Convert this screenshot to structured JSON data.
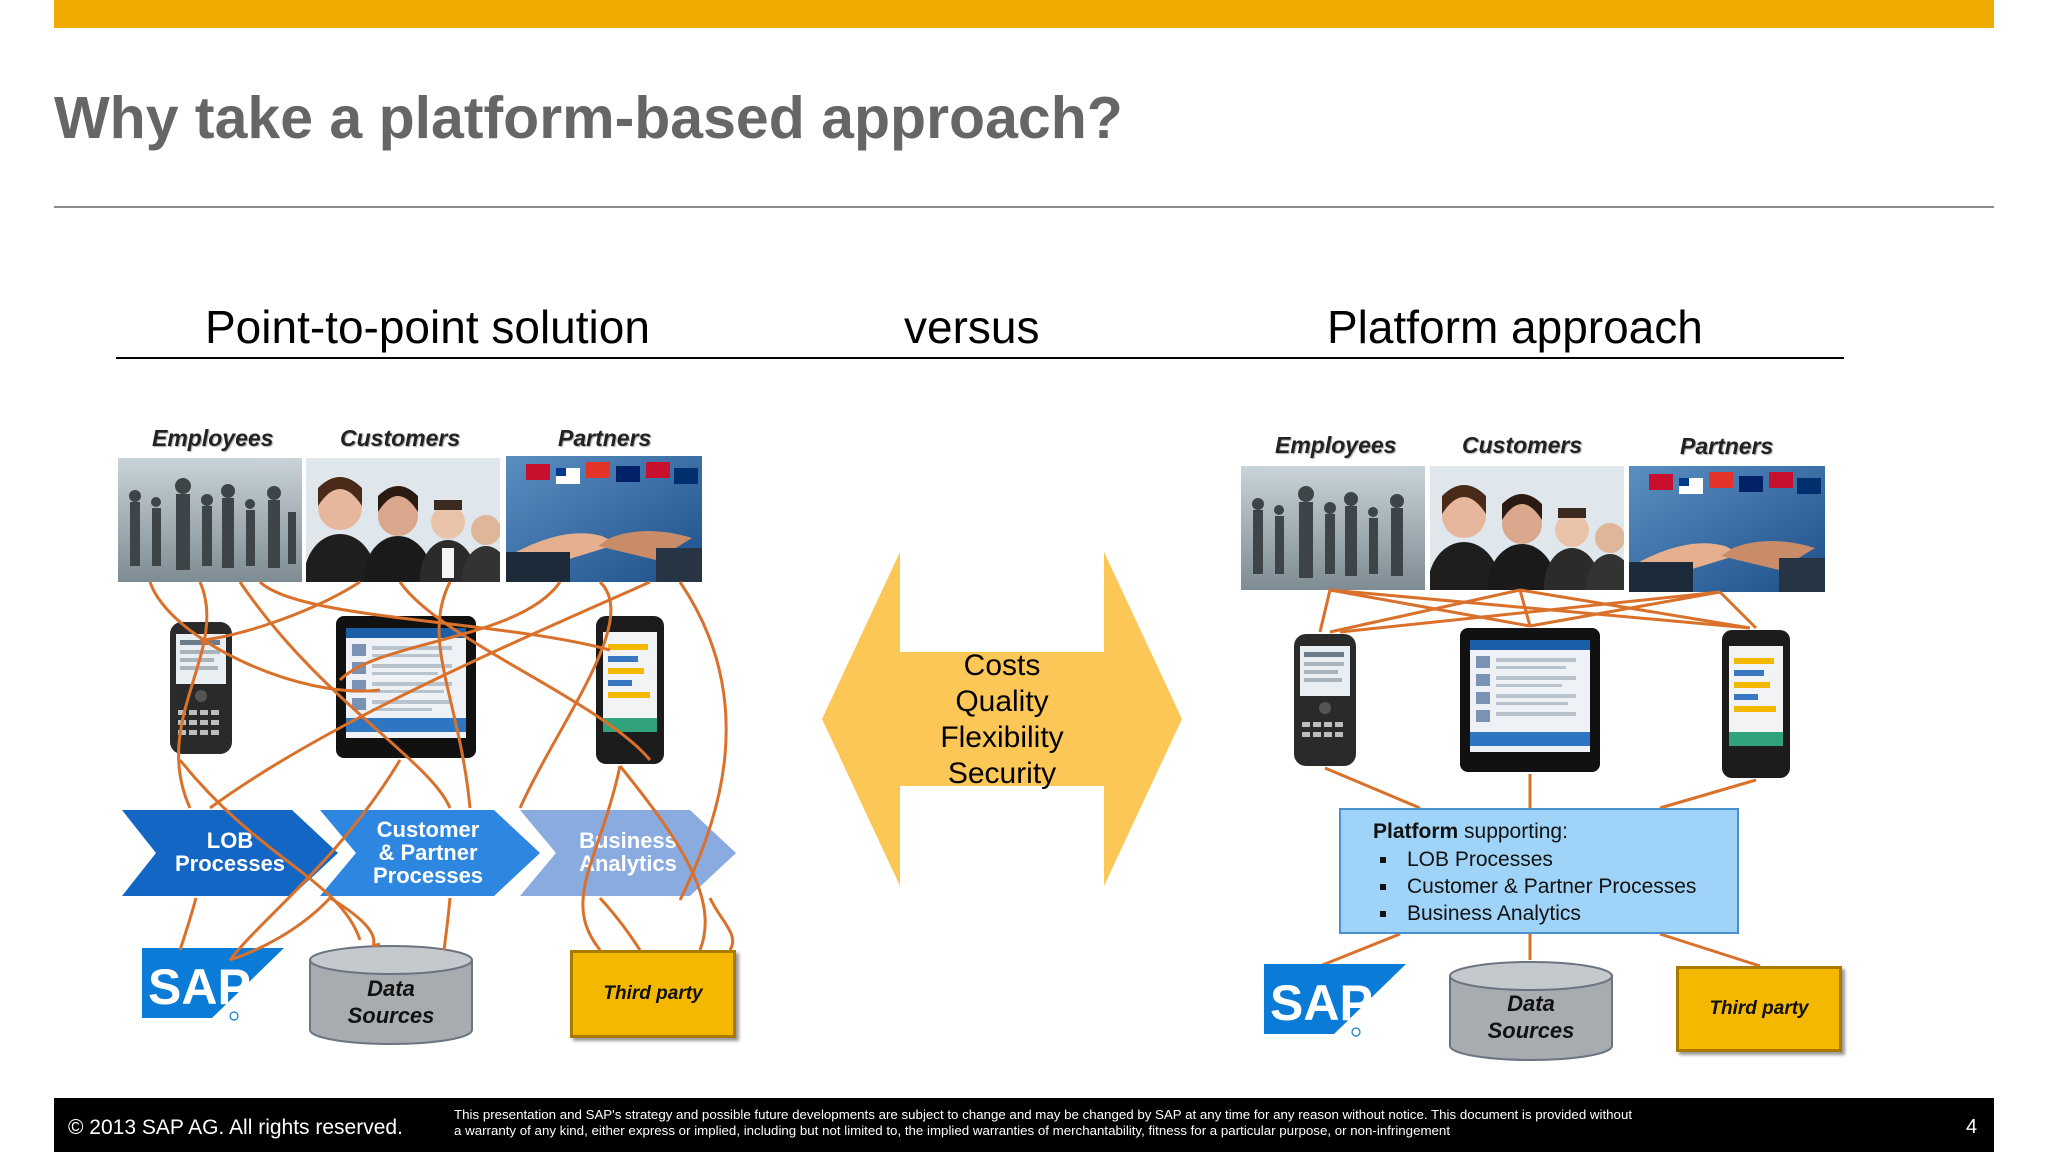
{
  "slide": {
    "title": "Why take a platform-based approach?",
    "col_left": "Point-to-point solution",
    "col_mid": "versus",
    "col_right": "Platform approach"
  },
  "left": {
    "groups": [
      "Employees",
      "Customers",
      "Partners"
    ],
    "processes": [
      {
        "line1": "LOB",
        "line2": "Processes",
        "line3": "",
        "color": "#1366c4"
      },
      {
        "line1": "Customer",
        "line2": "& Partner",
        "line3": "Processes",
        "color": "#2d86e0"
      },
      {
        "line1": "Business",
        "line2": "Analytics",
        "line3": "",
        "color": "#7fa6dd"
      }
    ],
    "data_sources": {
      "line1": "Data",
      "line2": "Sources"
    },
    "third_party": "Third party"
  },
  "center": {
    "items": [
      "Costs",
      "Quality",
      "Flexibility",
      "Security"
    ],
    "arrow_color": "#fcc756"
  },
  "right": {
    "groups": [
      "Employees",
      "Customers",
      "Partners"
    ],
    "platform_bold": "Platform",
    "platform_rest": " supporting:",
    "platform_items": [
      "LOB Processes",
      "Customer & Partner Processes",
      "Business Analytics"
    ],
    "data_sources": {
      "line1": "Data",
      "line2": "Sources"
    },
    "third_party": "Third party"
  },
  "logo": {
    "text": "SAP",
    "color": "#0a7bd6"
  },
  "connector_color": "#d9712b",
  "footer": {
    "copyright": "© 2013 SAP AG. All rights reserved.",
    "disclaimer_1": "This presentation and SAP's strategy and possible future developments are subject to change and may be changed by SAP at any time for any reason without notice. This document is provided without",
    "disclaimer_2": "a warranty of any kind, either express or implied, including but not limited to, the implied warranties of merchantability, fitness for a particular purpose, or non-infringement",
    "page": "4"
  }
}
